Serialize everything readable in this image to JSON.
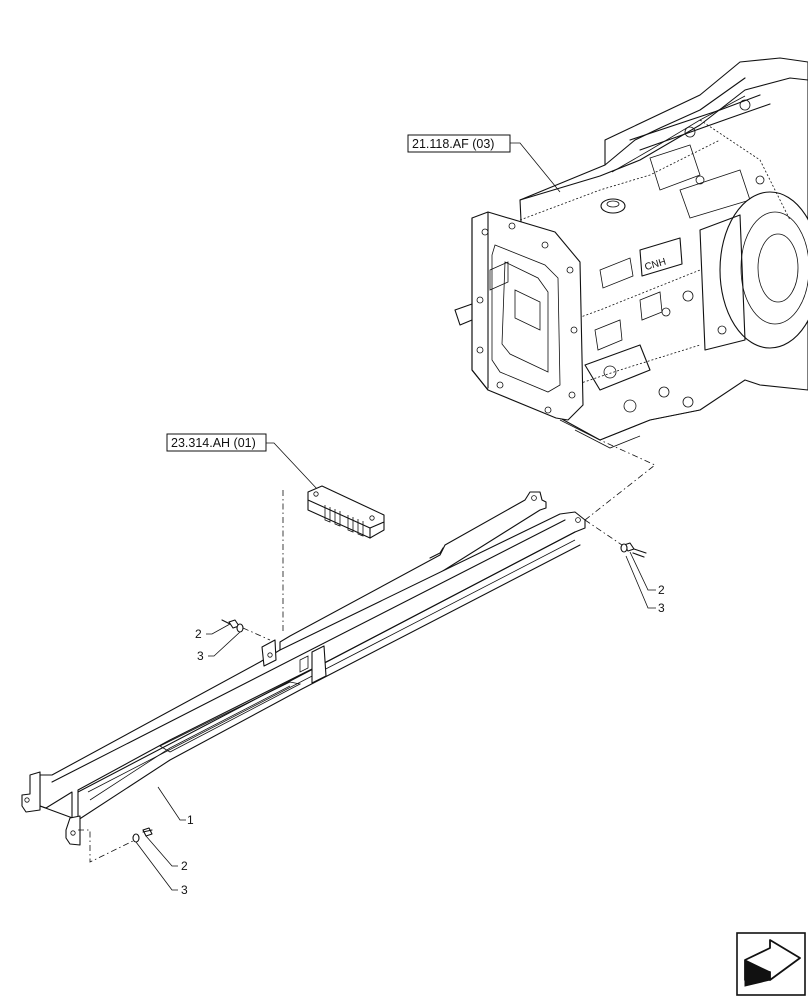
{
  "references": [
    {
      "id": "ref-transmission",
      "label": "21.118.AF (03)"
    },
    {
      "id": "ref-bracket",
      "label": "23.314.AH (01)"
    }
  ],
  "callouts": [
    {
      "id": "callout-1",
      "label": "1"
    },
    {
      "id": "callout-2-right",
      "label": "2"
    },
    {
      "id": "callout-3-right",
      "label": "3"
    },
    {
      "id": "callout-2-left",
      "label": "2"
    },
    {
      "id": "callout-3-left",
      "label": "3"
    },
    {
      "id": "callout-2-bottom",
      "label": "2"
    },
    {
      "id": "callout-3-bottom",
      "label": "3"
    }
  ],
  "nav_icon": "arrow-next-icon"
}
